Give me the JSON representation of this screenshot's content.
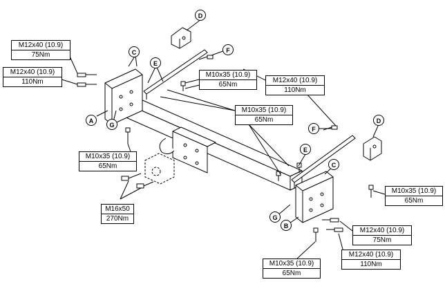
{
  "specs": {
    "s1": {
      "bolt": "M12x40 (10.9)",
      "torque": "75Nm"
    },
    "s2": {
      "bolt": "M12x40 (10.9)",
      "torque": "110Nm"
    },
    "s3": {
      "bolt": "M10x35 (10.9)",
      "torque": "65Nm"
    },
    "s4": {
      "bolt": "M12x40 (10.9)",
      "torque": "110Nm"
    },
    "s5": {
      "bolt": "M10x35 (10.9)",
      "torque": "65Nm"
    },
    "s6": {
      "bolt": "M10x35 (10.9)",
      "torque": "65Nm"
    },
    "s7": {
      "bolt": "M16x50",
      "torque": "270Nm"
    },
    "s8": {
      "bolt": "M10x35 (10.9)",
      "torque": "65Nm"
    },
    "s9": {
      "bolt": "M12x40 (10.9)",
      "torque": "75Nm"
    },
    "s10": {
      "bolt": "M12x40 (10.9)",
      "torque": "110Nm"
    },
    "s11": {
      "bolt": "M10x35 (10.9)",
      "torque": "65Nm"
    }
  },
  "callouts": {
    "a": "A",
    "b": "B",
    "c1": "C",
    "c2": "C",
    "d1": "D",
    "d2": "D",
    "e1": "E",
    "e2": "E",
    "f1": "F",
    "f2": "F",
    "g1": "G",
    "g2": "G"
  }
}
